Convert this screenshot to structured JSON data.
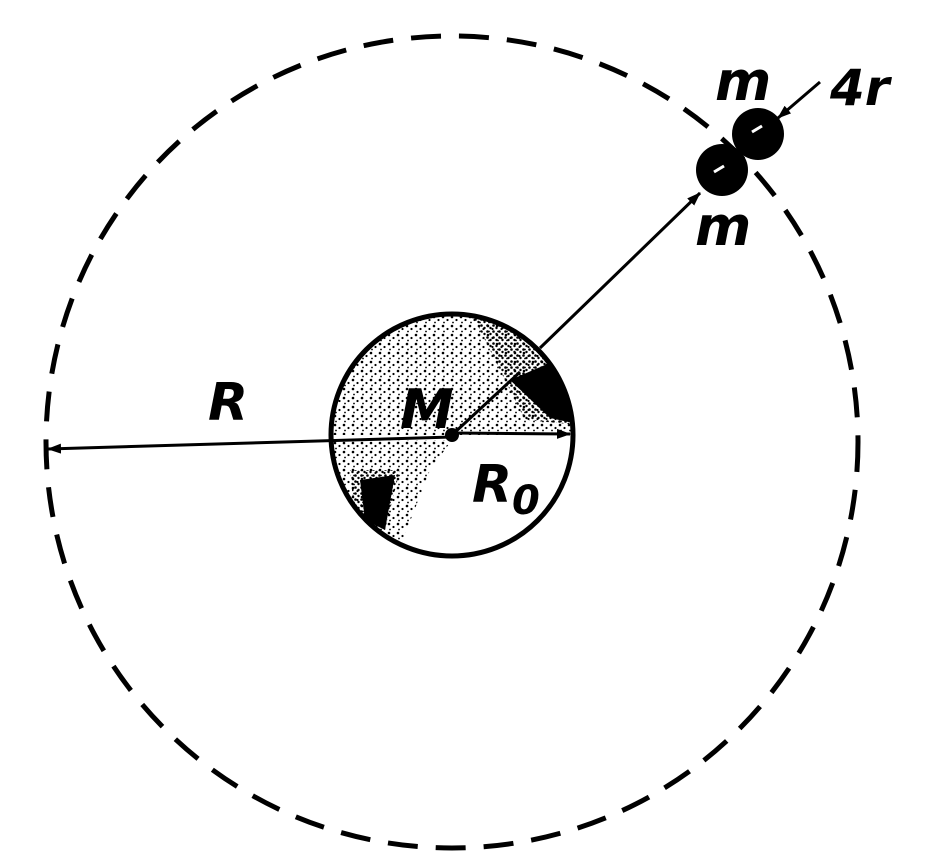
{
  "labels": {
    "central_mass": "M",
    "central_radius": "R",
    "central_radius_subscript": "0",
    "orbit_radius": "R",
    "mass_upper": "m",
    "mass_lower": "m",
    "separation": "4r"
  },
  "colors": {
    "ink": "#000000",
    "paper": "#ffffff"
  }
}
